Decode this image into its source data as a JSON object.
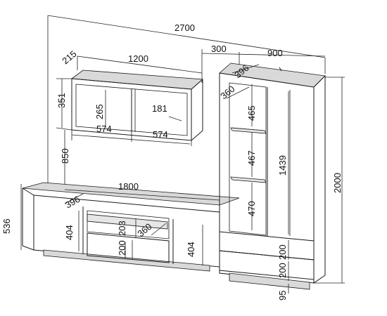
{
  "dimensions": {
    "total_width": "2700",
    "wall_shelf_depth": "215",
    "wall_shelf_width": "1200",
    "wall_shelf_height": "351",
    "wall_shelf_inner_height": "265",
    "wall_shelf_inner_depth": "181",
    "wall_shelf_section_left": "574",
    "wall_shelf_section_right": "574",
    "shelf_mount_height": "850",
    "tv_unit_width": "1800",
    "tv_unit_depth": "396",
    "tv_unit_total_height": "536",
    "tv_unit_door_left": "404",
    "tv_unit_niche_height": "203",
    "tv_unit_niche_depth": "360",
    "tv_unit_drawer_height": "200",
    "tv_unit_door_right": "404",
    "tower_offset": "300",
    "tower_width": "900",
    "tower_top_depth": "396",
    "tower_shelf_depth": "360",
    "tower_section_top": "465",
    "tower_section_middle": "467",
    "tower_section_bottom": "470",
    "tower_door_height": "1439",
    "tower_total_height": "2000",
    "tower_drawer_top": "200",
    "tower_drawer_bottom": "200",
    "tower_plinth": "95"
  }
}
